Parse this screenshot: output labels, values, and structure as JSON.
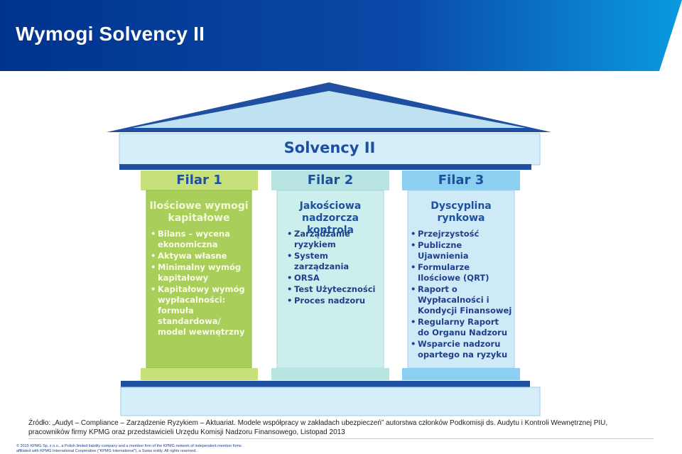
{
  "header": {
    "title": "Wymogi Solvency II"
  },
  "diagram": {
    "roof_title": "Solvency II",
    "pillars": [
      {
        "head": "Filar 1",
        "title": "Ilościowe wymogi kapitałowe",
        "items": [
          "Bilans – wycena ekonomiczna",
          "Aktywa własne",
          "Minimalny wymóg kapitałowy",
          "Kapitałowy wymóg wypłacalności: formuła standardowa/ model wewnętrzny"
        ]
      },
      {
        "head": "Filar 2",
        "title": "Jakościowa nadzorcza kontrola",
        "items": [
          "Zarządzanie ryzykiem",
          "System zarządzania",
          "ORSA",
          "Test Użyteczności",
          "Proces nadzoru"
        ]
      },
      {
        "head": "Filar 3",
        "title": "Dyscyplina rynkowa",
        "items": [
          "Przejrzystość",
          "Publiczne Ujawnienia",
          "Formularze Ilościowe (QRT)",
          "Raport o Wypłacalności i Kondycji Finansowej",
          "Regularny Raport do Organu Nadzoru",
          "Wsparcie nadzoru opartego na ryzyku"
        ]
      }
    ]
  },
  "source": {
    "line1": "Źródło: „Audyt – Compliance – Zarządzenie Ryzykiem – Aktuariat. Modele współpracy w zakładach ubezpieczeń” autorstwa członków Podkomisji ds. Audytu i Kontroli Wewnętrznej PIU,",
    "line2": "pracowników firmy KPMG oraz przedstawicieli Urzędu Komisji Nadzoru Finansowego, Listopad 2013"
  },
  "footer": {
    "line1": "© 2015 KPMG Sp. z o.o., a Polish limited liability company and a member firm of the KPMG network of independent member firms",
    "line2": "affiliated with KPMG International Cooperative (“KPMG International”), a Swiss entity. All rights reserved."
  },
  "colors": {
    "header_blue": "#00338d",
    "pillar1_green": "#a9cf5a",
    "pillar2_mint": "#c9ecec",
    "pillar3_blue": "#cfeaf7",
    "roof_blue": "#1f4fa0"
  }
}
